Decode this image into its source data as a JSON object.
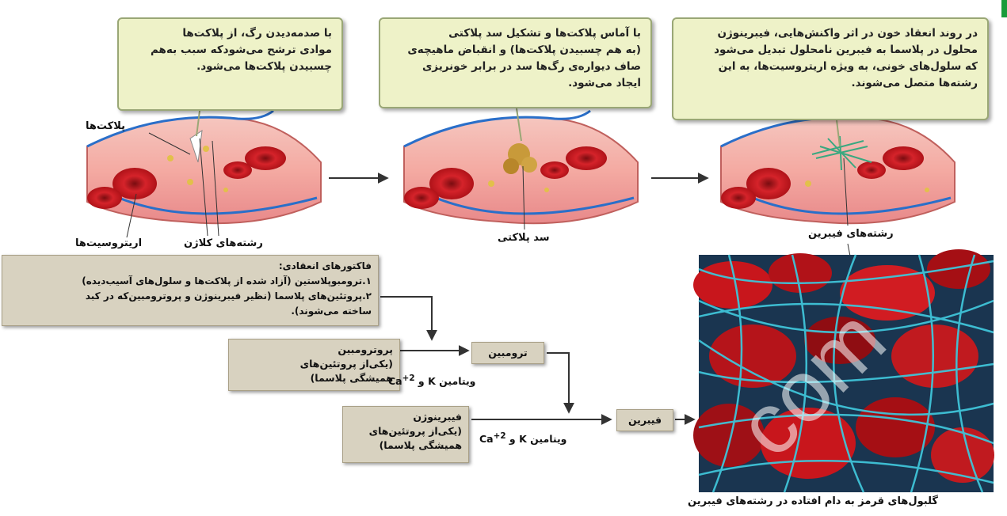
{
  "callouts": {
    "c1": {
      "lines": [
        "با صدمه‌دیدن رگ، از پلاکت‌ها",
        "موادی ترشح می‌شودکه سبب به‌هم",
        "چسبیدن پلاکت‌ها می‌شود."
      ]
    },
    "c2": {
      "lines": [
        "با آماس پلاکت‌ها و تشکیل سد پلاکتی",
        "(به هم چسبیدن پلاکت‌ها) و انقباض ماهیچه‌ی",
        "صاف دیواره‌ی رگ‌ها سد در برابر خونریزی",
        "ایجاد می‌شود."
      ]
    },
    "c3": {
      "lines": [
        "در روند انعقاد خون در اثر واکنش‌هایی، فیبرینوژن",
        "محلول در پلاسما به فیبرین نامحلول تبدیل می‌شود",
        "که سلول‌های خونی، به ویژه اریتروسیت‌ها، به این",
        "رشته‌ها متصل می‌شوند."
      ]
    }
  },
  "labels": {
    "platelets": "پلاکت‌ها",
    "erythrocytes": "اریتروسیت‌ها",
    "collagen": "رشته‌های کلاژن",
    "platelet_plug": "سد پلاکتی",
    "fibrin_strands": "رشته‌های فیبرین",
    "caption": "گلبول‌های قرمز به دام افتاده در رشته‌های فیبرین",
    "cofactor1": "ویتامین K و Ca",
    "cofactor1_sup": "+2",
    "cofactor2": "ویتامین K و Ca",
    "cofactor2_sup": "+2"
  },
  "factors": {
    "title": "فاکتورهای انعقادی:",
    "lines": [
      "۱.ترومبوپلاستین (آزاد شده از پلاکت‌ها و سلول‌های آسیب‌دیده)",
      "۲.پروتئین‌های پلاسما (نظیر فیبرینوژن و پروترومبین‌که در کبد",
      "ساخته می‌شوند)."
    ]
  },
  "prothrombin": {
    "lines": [
      "پروترومبین",
      "(یکی‌از پروتئین‌های",
      "همیشگی پلاسما)"
    ]
  },
  "fibrinogen": {
    "lines": [
      "فیبرینوژن",
      "(یکی‌از پروتئین‌های",
      "همیشگی پلاسما)"
    ]
  },
  "thrombin": "ترومبین",
  "fibrin": "فیبرین",
  "watermark": "com",
  "colors": {
    "callout_bg": "#eef2c8",
    "box_bg": "#d8d2c0",
    "vessel": "#e8a09a",
    "rbc": "#c8161c",
    "fibrin": "#3fc4d8",
    "arrow": "#333333",
    "accent_green": "#1a9b3a"
  }
}
